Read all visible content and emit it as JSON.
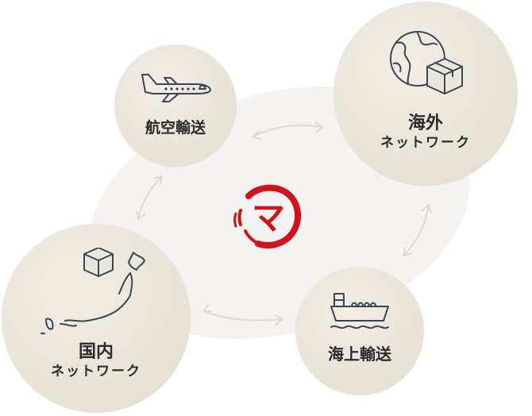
{
  "center_logo": {
    "glyph": "マ",
    "color": "#d3131b"
  },
  "nodes": {
    "air": {
      "label": "航空輸送",
      "icon": "airplane-icon"
    },
    "overseas": {
      "label_line1": "海外",
      "label_line2": "ネットワーク",
      "icon": "globe-and-box-icon"
    },
    "domestic": {
      "label_line1": "国内",
      "label_line2": "ネットワーク",
      "icon": "japan-map-and-box-icon"
    },
    "sea": {
      "label": "海上輸送",
      "icon": "cargo-ship-icon"
    }
  },
  "colors": {
    "circle_fill": "#ebe6da",
    "ellipse_fill": "#f4f3f1",
    "arrow": "#dddbd6",
    "icon_stroke": "#3a4656",
    "text": "#2b2b2b"
  }
}
